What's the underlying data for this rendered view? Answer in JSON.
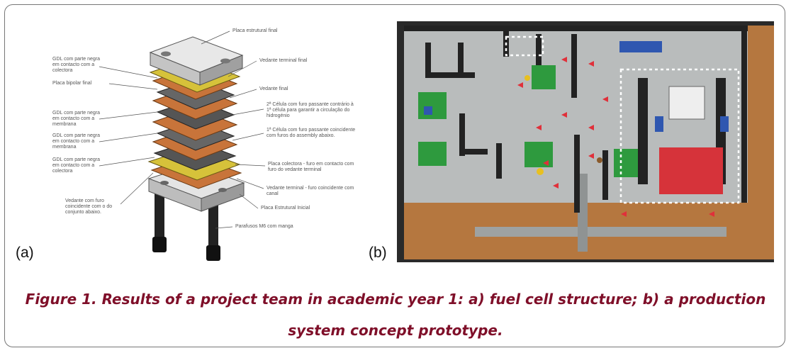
{
  "figure": {
    "panel_a": {
      "label": "(a)",
      "callouts": [
        "Placa estrutural final",
        "Vedante terminal final",
        "GDL com parte negra em contacto com a colectora",
        "Placa bipolar final",
        "Vedante final",
        "2ª Célula com furo passante contrário à 1ª célula para garantir a circulação do hidrogénio",
        "GDL com parte negra em contacto com a membrana",
        "GDL com parte negra em contacto com a membrana",
        "1ª Célula com furo passante coincidente com furos do assembly abaixo.",
        "GDL com parte negra em contacto com a colectora",
        "Placa colectora - furo em contacto com furo do vedante terminal",
        "Vedante terminal - furo coincidente com canal",
        "Vedante com furo coincidente com o do conjunto abaixo.",
        "Placa Estrutural Inicial",
        "Parafusos M6 com manga"
      ]
    },
    "panel_b": {
      "label": "(b)"
    },
    "caption": "Figure 1. Results of a project team in academic year 1: a) fuel cell structure; b) a production system concept prototype."
  },
  "colors": {
    "caption": "#7f0f29",
    "copper": "#c8743a",
    "lego_base": "#b9bcbc",
    "wood": "#b5773f",
    "arrow": "#e0303a"
  }
}
